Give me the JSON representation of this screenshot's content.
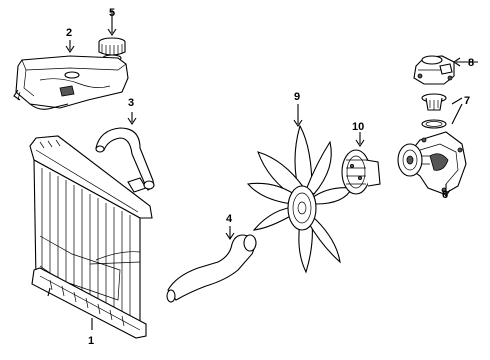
{
  "callouts": {
    "radiator": "1",
    "reservoir": "2",
    "upper_hose": "3",
    "lower_hose": "4",
    "reservoir_cap": "5",
    "water_pump": "6",
    "thermostat": "7",
    "thermostat_housing": "8",
    "fan": "9",
    "fan_clutch": "10"
  }
}
